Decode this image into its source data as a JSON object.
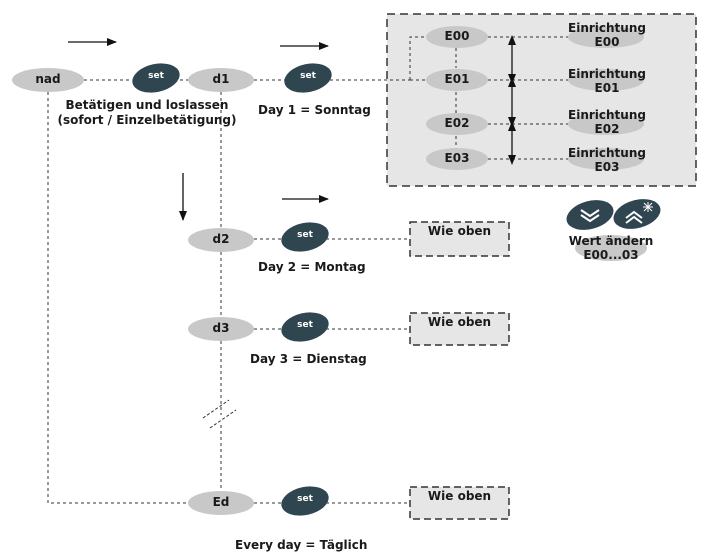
{
  "nodes": {
    "nad": "nad",
    "d1": "d1",
    "d2": "d2",
    "d3": "d3",
    "ed": "Ed",
    "e00": "E00",
    "e01": "E01",
    "e02": "E02",
    "e03": "E03"
  },
  "set_label": "set",
  "labels": {
    "press_release_line1": "Betätigen und loslassen",
    "press_release_line2": "(sofort / Einzelbetätigung)",
    "day1": "Day 1 = Sonntag",
    "day2": "Day 2 = Montag",
    "day3": "Day 3 = Dienstag",
    "every_day": "Every day = Täglich",
    "change_value_line1": "Wert ändern",
    "change_value_line2": "E00...03"
  },
  "einrichtung": [
    {
      "title": "Einrichtung",
      "code": "E00"
    },
    {
      "title": "Einrichtung",
      "code": "E01"
    },
    {
      "title": "Einrichtung",
      "code": "E02"
    },
    {
      "title": "Einrichtung",
      "code": "E03"
    }
  ],
  "wie_oben": "Wie oben",
  "colors": {
    "node_fill": "#c8c8c8",
    "set_fill": "#2f4550",
    "panel_fill": "#e6e6e6",
    "line": "#333333"
  },
  "icons": [
    "chevron-down-icon",
    "chevron-up-snowflake-icon"
  ]
}
